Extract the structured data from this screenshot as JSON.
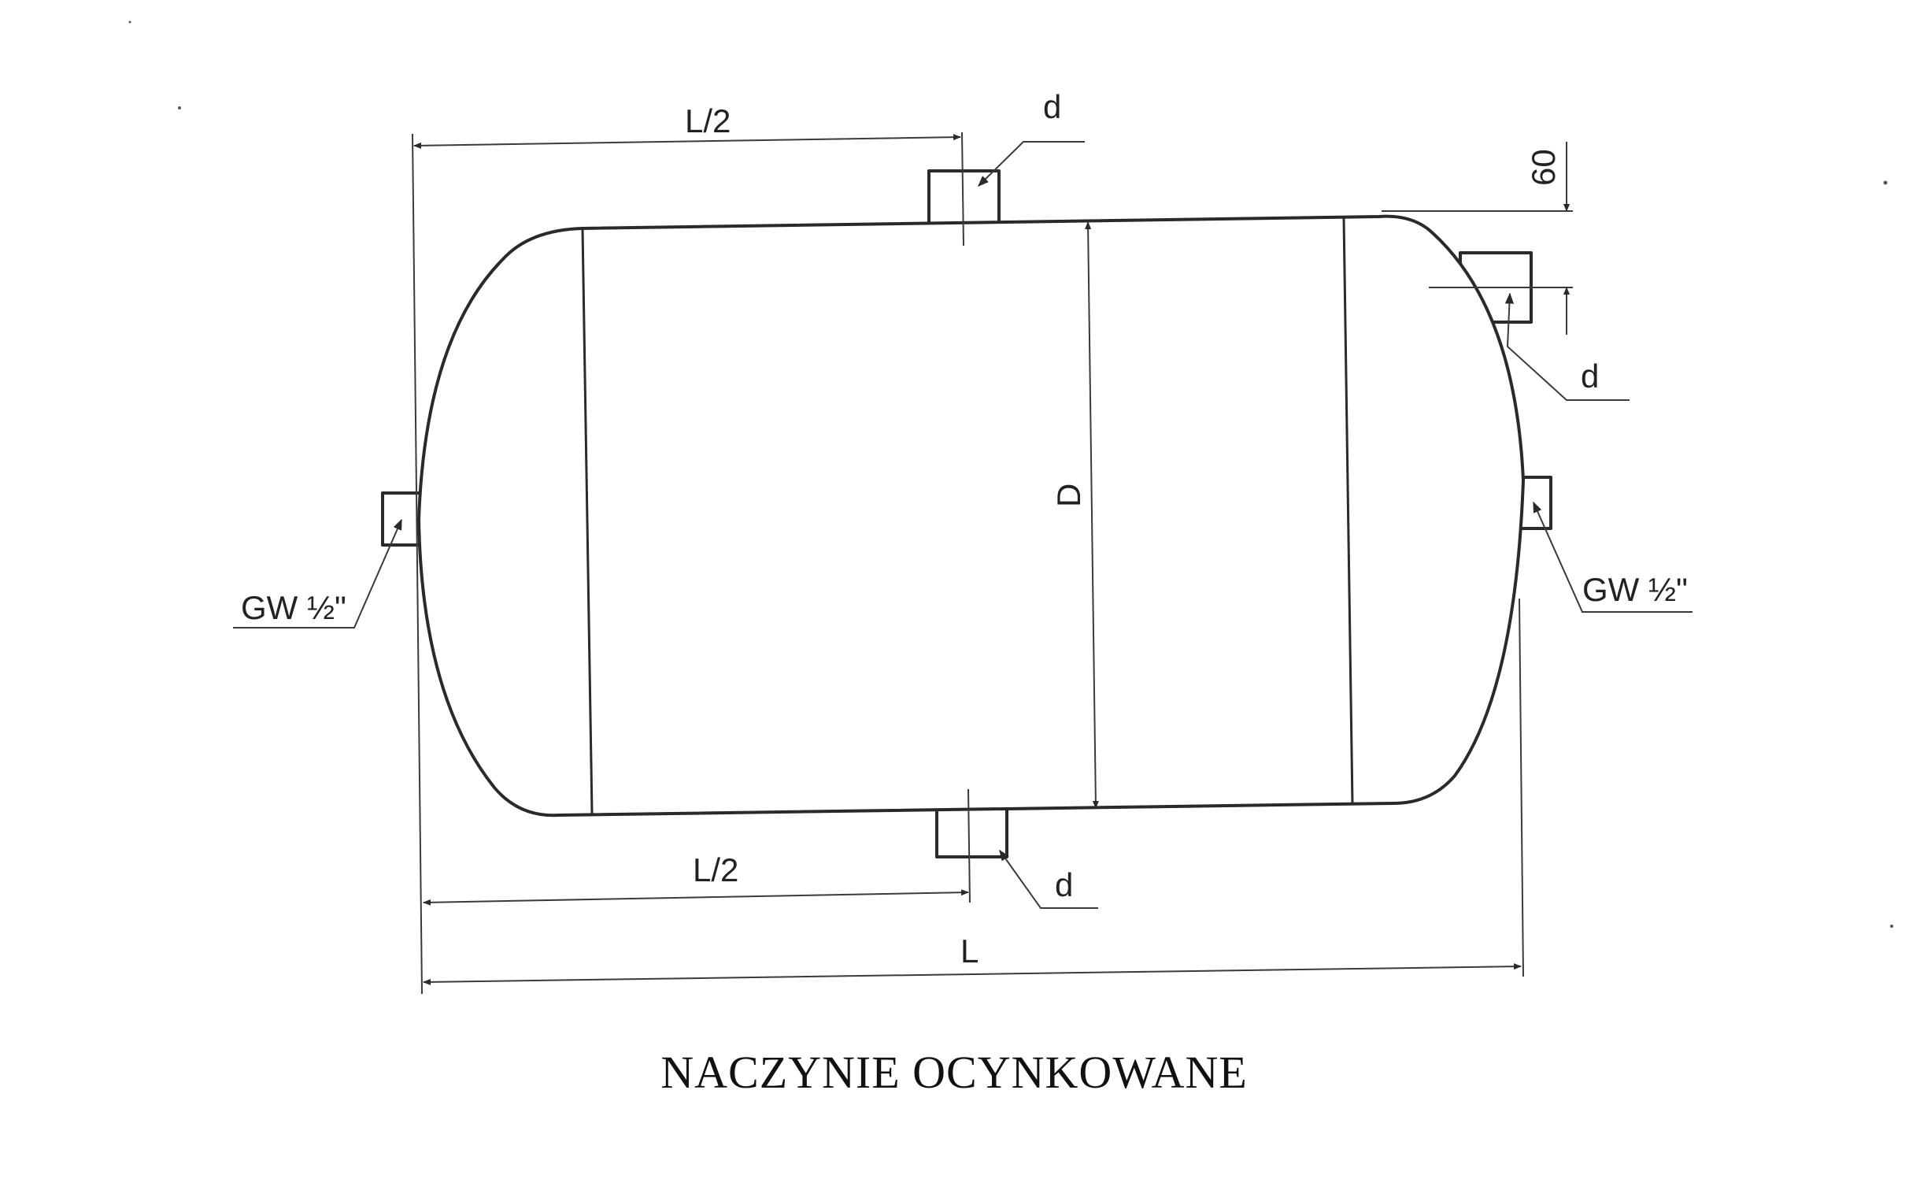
{
  "diagram": {
    "caption": "NACZYNIE OCYNKOWANE",
    "labels": {
      "half_length_top": "L/2",
      "half_length_bottom": "L/2",
      "length": "L",
      "diameter": "D",
      "height_60": "60",
      "nozzle_top": "d",
      "nozzle_top_right": "d",
      "nozzle_bottom": "d",
      "thread_left": "GW ½\"",
      "thread_right": "GW ½\""
    },
    "colors": {
      "line": "#2a2a2a",
      "background": "#ffffff"
    }
  }
}
